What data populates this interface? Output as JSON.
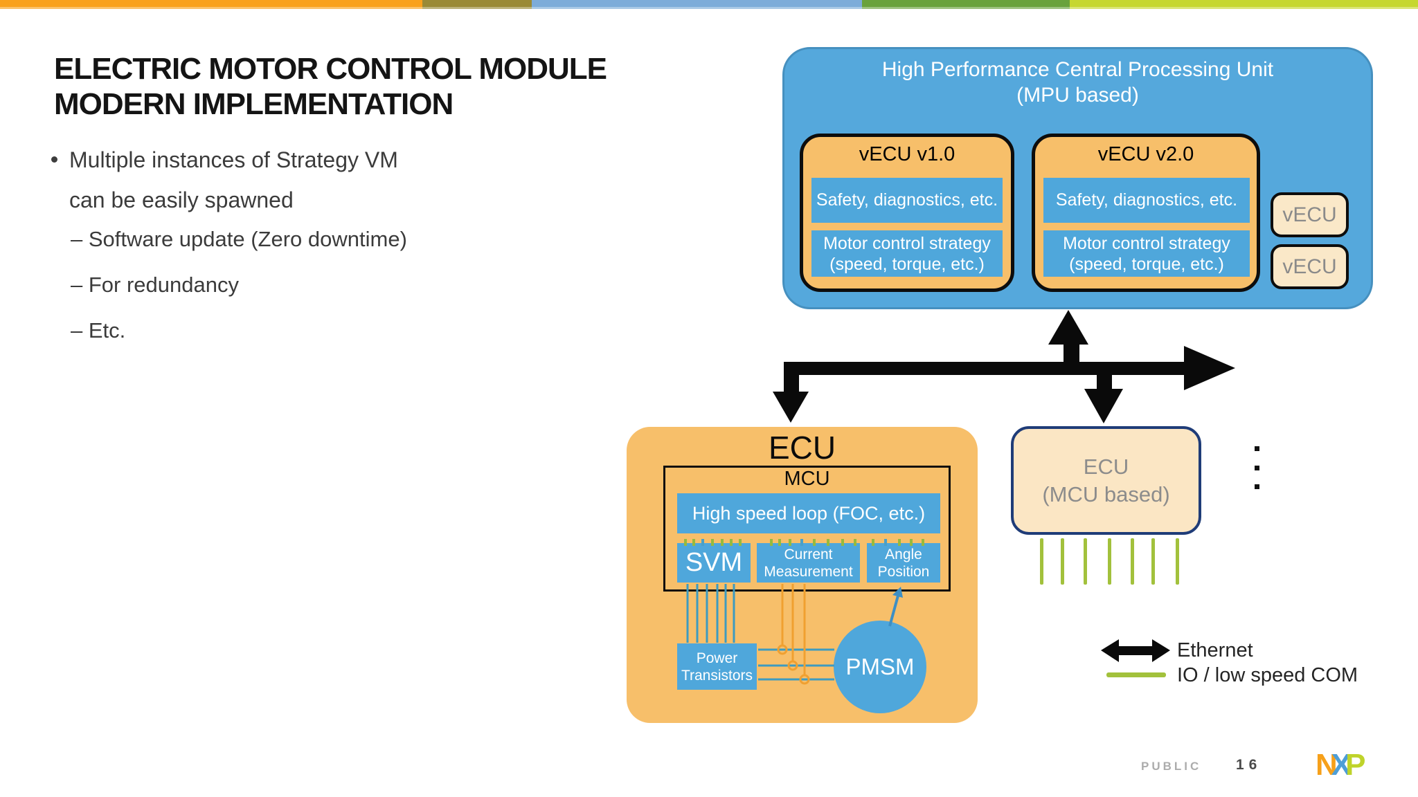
{
  "slide": {
    "title": [
      "ELECTRIC MOTOR CONTROL MODULE",
      "MODERN IMPLEMENTATION"
    ],
    "bullet": {
      "lines": [
        "Multiple instances of Strategy VM",
        "can be easily spawned"
      ],
      "subs": [
        "– Software update (Zero downtime)",
        "– For redundancy",
        "– Etc."
      ]
    }
  },
  "diagram": {
    "mpu": {
      "title_line1": "High Performance Central Processing Unit",
      "title_line2": "(MPU based)",
      "vecu1": {
        "title": "vECU v1.0",
        "safety": "Safety, diagnostics, etc.",
        "motor_line1": "Motor control strategy",
        "motor_line2": "(speed, torque, etc.)"
      },
      "vecu2": {
        "title": "vECU v2.0",
        "safety": "Safety, diagnostics, etc.",
        "motor_line1": "Motor control strategy",
        "motor_line2": "(speed, torque, etc.)"
      },
      "small_vecus": [
        "vECU",
        "vECU"
      ]
    },
    "ecu": {
      "title": "ECU",
      "mcu_label": "MCU",
      "high_speed_loop": "High speed loop (FOC, etc.)",
      "svm": "SVM",
      "current_line1": "Current",
      "current_line2": "Measurement",
      "angle_line1": "Angle",
      "angle_line2": "Position",
      "power_line1": "Power",
      "power_line2": "Transistors",
      "pmsm": "PMSM"
    },
    "mcu_ecu": {
      "line1": "ECU",
      "line2": "(MCU based)"
    }
  },
  "legend": {
    "ethernet": "Ethernet",
    "io": "IO / low speed COM"
  },
  "footer": {
    "classification": "PUBLIC",
    "page": "16",
    "logo": {
      "n": "N",
      "x": "X",
      "p": "P"
    }
  },
  "colors": {
    "top_bar": [
      "#F9A11B",
      "#9A8A35",
      "#7DACD9",
      "#69A23C",
      "#C6D72F"
    ],
    "box_blue": "#4FA7DB",
    "box_orange": "#F7BF6A",
    "box_beige": "#FAE8C8",
    "navy_border": "#1F3C78",
    "io_green": "#A2C13C",
    "signal_teal": "#3D9BC0",
    "signal_orange": "#F0A030",
    "arrow_black": "#0a0a0a"
  }
}
